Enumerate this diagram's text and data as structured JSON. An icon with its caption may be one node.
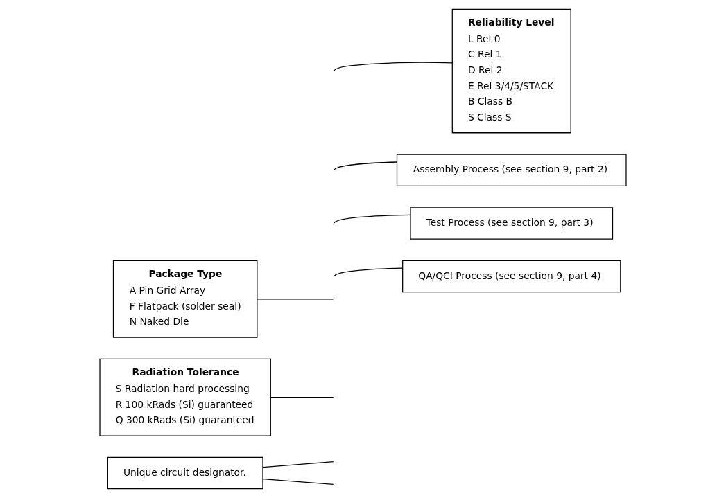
{
  "diagram": {
    "nodes": [
      {
        "text": [
          "Unique circuit designator."
        ]
      },
      {
        "text": [
          "Radiation Tolerance",
          "S Radiation hard processing",
          "R 100 kRads (Si) guaranteed",
          "Q 300 kRads (Si) guaranteed"
        ]
      },
      {
        "text": [
          "Package Type",
          "A Pin Grid Array",
          "F Flatpack (solder seal)",
          "N Naked Die"
        ]
      },
      {
        "text": [
          "QA/QCI Process (see section 9, part 4)"
        ]
      },
      {
        "text": [
          "Test Process (see section 9, part 3)"
        ]
      },
      {
        "text": [
          "Assembly Process (see section 9, part 2)"
        ]
      },
      {
        "text": [
          "Reliability Level",
          "L Rel 0",
          "C Rel 1",
          "D Rel 2",
          "E Rel 3/4/5/STACK",
          "B Class B",
          "S Class S"
        ]
      }
    ],
    "edges": [
      {
        "from": 0,
        "to": null,
        "arrow": "none"
      },
      {
        "from": 0,
        "to": null,
        "arrow": "none"
      },
      {
        "from": 1,
        "to": null,
        "arrow": "none"
      },
      {
        "from": 2,
        "to": null,
        "arrow": "none"
      },
      {
        "from": 3,
        "to": null,
        "arrow": "none"
      },
      {
        "from": 4,
        "to": null,
        "arrow": "none"
      },
      {
        "from": 5,
        "to": null,
        "arrow": "none"
      },
      {
        "from": 6,
        "to": null,
        "arrow": "none"
      }
    ]
  }
}
